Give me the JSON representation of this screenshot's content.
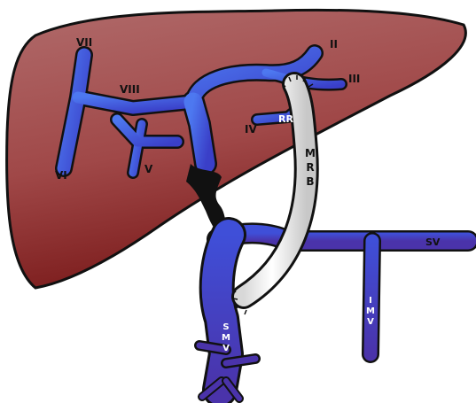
{
  "labels": {
    "segment_ii": "II",
    "segment_iii": "III",
    "segment_iv": "IV",
    "segment_v": "V",
    "segment_vi": "VI",
    "segment_vii": "VII",
    "segment_viii": "VIII",
    "rex_recess": "RR",
    "meso_rex_bypass": "MRB",
    "splenic_vein": "SV",
    "inferior_mesenteric_vein": "IMV",
    "superior_mesenteric_vein": "SMV"
  },
  "colors": {
    "liver": "#a85555",
    "liver_dark": "#7a1f1f",
    "vein_blue": "#3f5fe0",
    "vein_purple": "#4b35b0",
    "thrombus": "#111111",
    "bypass_graft": "#f2f2f2",
    "outline": "#111111"
  }
}
